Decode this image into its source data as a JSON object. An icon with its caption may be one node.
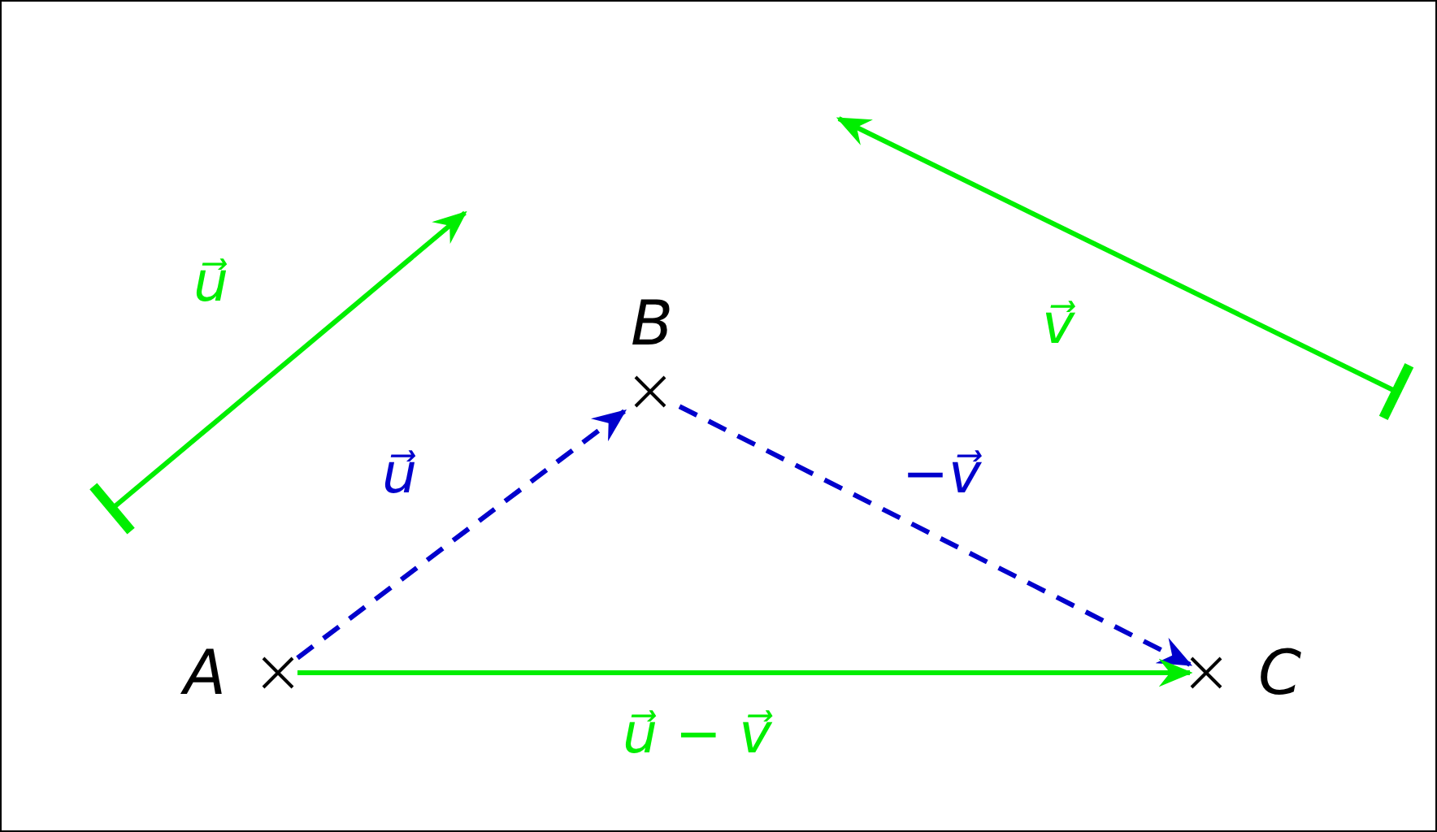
{
  "diagram": {
    "nodes": [
      {
        "text": [
          "A"
        ]
      },
      {
        "text": [
          "B"
        ]
      },
      {
        "text": [
          "C"
        ]
      }
    ],
    "edges": [
      {
        "from": 0,
        "to": 1,
        "arrow": "to",
        "label": "u⃗",
        "style": "dashed"
      },
      {
        "from": 1,
        "to": 2,
        "arrow": "to",
        "label": "−v⃗",
        "style": "dashed"
      },
      {
        "from": 0,
        "to": 2,
        "arrow": "to",
        "label": "u⃗ − v⃗",
        "color": "#00ee00"
      }
    ],
    "labels": [
      "u⃗",
      "v⃗"
    ]
  }
}
